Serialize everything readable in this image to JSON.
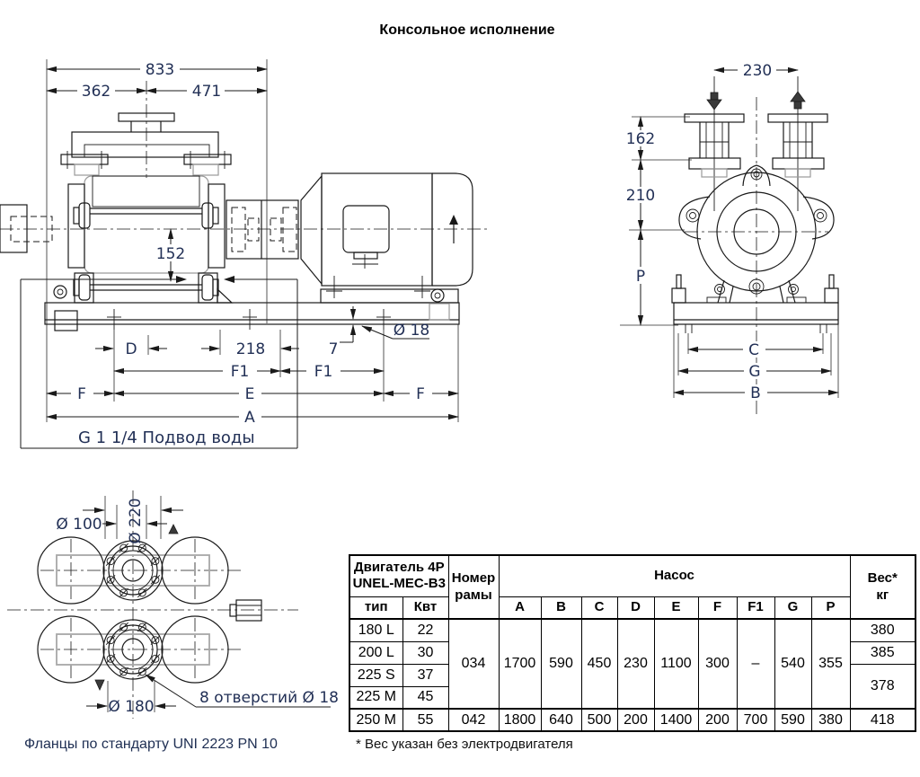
{
  "title": "Консольное исполнение",
  "side_view": {
    "dim_833": "833",
    "dim_362": "362",
    "dim_471": "471",
    "dim_152": "152",
    "dim_d": "D",
    "dim_218": "218",
    "dim_7": "7",
    "dim_d18": "Ø 18",
    "dim_f1a": "F1",
    "dim_f1b": "F1",
    "dim_fa": "F",
    "dim_e": "E",
    "dim_fb": "F",
    "dim_a": "A",
    "water_note": "G 1 1/4  Подвод воды"
  },
  "front_view": {
    "dim_230": "230",
    "dim_162": "162",
    "dim_210": "210",
    "dim_p": "P",
    "dim_c": "C",
    "dim_g": "G",
    "dim_b": "B"
  },
  "plan_view": {
    "dim_d220": "Ø 220",
    "dim_d100": "Ø 100",
    "dim_d180": "Ø 180",
    "holes_note": "8 отверстий Ø 18",
    "flange_note": "Фланцы по стандарту UNI 2223 PN 10"
  },
  "table": {
    "header": {
      "motor_line1": "Двигатель 4P",
      "motor_line2": "UNEL-MEC-B3",
      "type": "тип",
      "power": "Квт",
      "frame_line1": "Номер",
      "frame_line2": "рамы",
      "pump": "Насос",
      "dims": [
        "A",
        "B",
        "C",
        "D",
        "E",
        "F",
        "F1",
        "G",
        "P"
      ],
      "weight_line1": "Вес*",
      "weight_line2": "кг"
    },
    "group1": {
      "frame": "034",
      "values": [
        "1700",
        "590",
        "450",
        "230",
        "1100",
        "300",
        "–",
        "540",
        "355"
      ]
    },
    "rows": [
      {
        "type": "180 L",
        "kw": "22",
        "weight": "380"
      },
      {
        "type": "200 L",
        "kw": "30",
        "weight": "385"
      },
      {
        "type": "225 S",
        "kw": "37",
        "weight": "378"
      },
      {
        "type": "225 M",
        "kw": "45"
      },
      {
        "type": "250 M",
        "kw": "55",
        "frame": "042",
        "values": [
          "1800",
          "640",
          "500",
          "200",
          "1400",
          "200",
          "700",
          "590",
          "380"
        ],
        "weight": "418"
      }
    ]
  },
  "footnote": "* Вес указан без электродвигателя"
}
